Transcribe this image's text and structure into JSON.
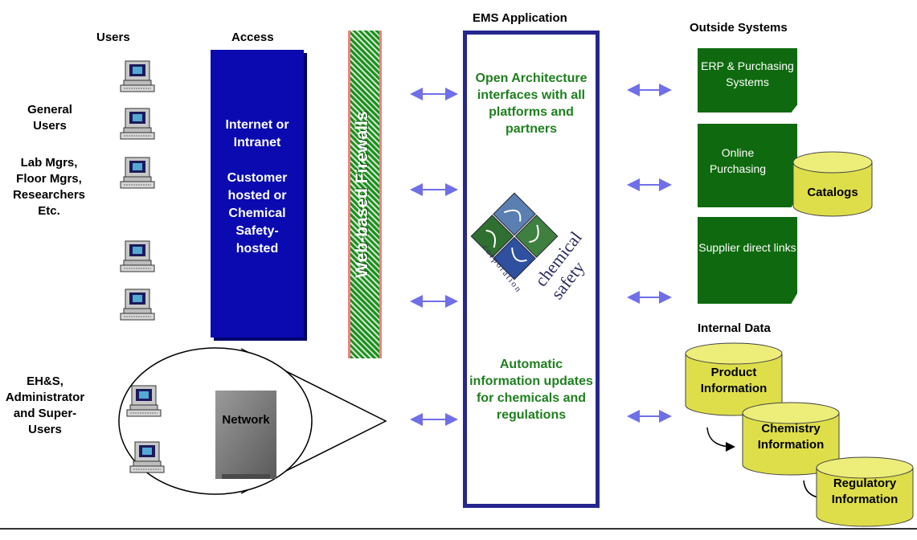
{
  "headers": {
    "users": "Users",
    "access": "Access",
    "ems_application": "EMS Application",
    "outside_systems": "Outside Systems",
    "internal_data": "Internal Data"
  },
  "user_groups": {
    "general": "General Users",
    "managers": "Lab Mgrs, Floor Mgrs, Researchers Etc.",
    "admins": "EH&S, Administrator and Super-Users"
  },
  "access": {
    "internet": "Internet or Intranet",
    "hosting": "Customer hosted or Chemical Safety-hosted"
  },
  "firewall": {
    "label": "Web-based Firewalls"
  },
  "network": {
    "label": "Network"
  },
  "ems": {
    "top_text": "Open Architecture interfaces with all platforms and partners",
    "bottom_text": "Automatic information updates for chemicals and regulations",
    "logo": {
      "word1": "chemical",
      "word2": "safety",
      "word3": "corporation"
    }
  },
  "outside_systems": [
    {
      "label": "ERP & Purchasing Systems"
    },
    {
      "label": "Online Purchasing"
    },
    {
      "label": "Supplier direct links"
    }
  ],
  "catalogs": {
    "label": "Catalogs"
  },
  "internal_data": [
    {
      "label": "Product Information"
    },
    {
      "label": "Chemistry Information"
    },
    {
      "label": "Regulatory Information"
    }
  ],
  "colors": {
    "access_blue": "#0a0ab0",
    "firewall_green": "#1f8f1f",
    "ems_border": "#26268f",
    "ems_text_green": "#1f7f1f",
    "system_green": "#0f6a0f",
    "cylinder_yellow": "#dede4a",
    "arrow_blue": "#6f6fe8"
  }
}
